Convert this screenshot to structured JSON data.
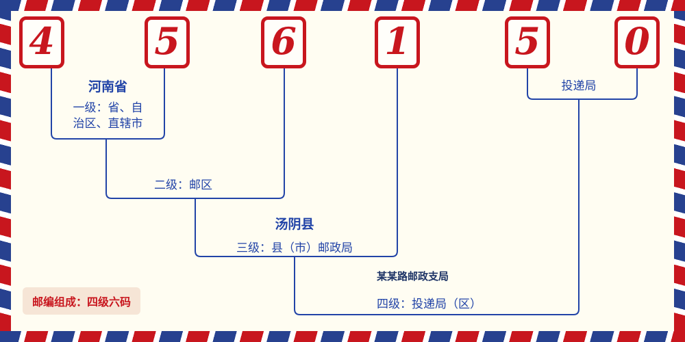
{
  "postal_code": {
    "digits": [
      "4",
      "5",
      "6",
      "1",
      "5",
      "0"
    ]
  },
  "labels": {
    "province_name": "河南省",
    "level1_line1": "一级：省、自",
    "level1_line2": "治区、直辖市",
    "level2": "二级：邮区",
    "county_name": "汤阴县",
    "level3": "三级：县（市）邮政局",
    "branch_name": "某某路邮政支局",
    "level4": "四级：投递局（区）",
    "delivery_office": "投递局",
    "composition": "邮编组成：四级六码"
  },
  "colors": {
    "digit_red": "#c8161e",
    "line_blue": "#2143a7",
    "stripe_blue": "#27418f",
    "background_cream": "#fffdf2",
    "badge_background": "#f6e5d6"
  }
}
